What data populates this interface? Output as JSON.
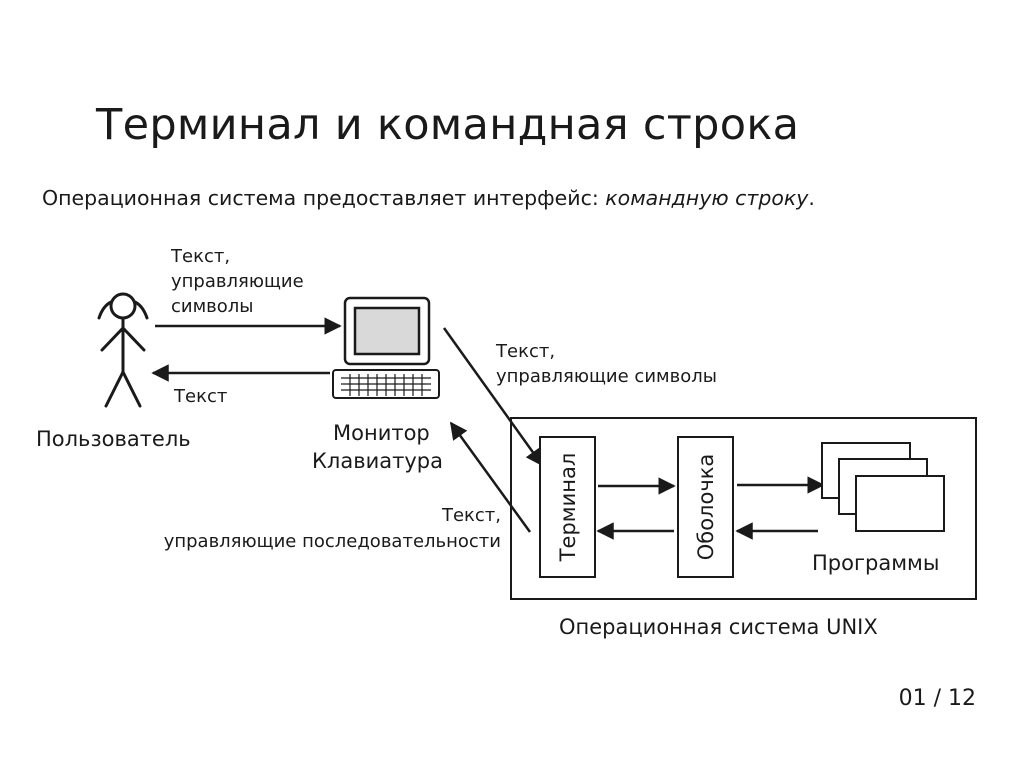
{
  "slide": {
    "title": "Терминал и командная строка",
    "subtitle_prefix": "Операционная система предоставляет интерфейс: ",
    "subtitle_emphasis": "командную строку",
    "subtitle_suffix": ".",
    "page_number": "01 / 12"
  },
  "diagram": {
    "user_label": "Пользователь",
    "device_label_1": "Монитор",
    "device_label_2": "Клавиатура",
    "arrow_user_to_device_1": "Текст,",
    "arrow_user_to_device_2": "управляющие",
    "arrow_user_to_device_3": "символы",
    "arrow_device_to_user": "Текст",
    "arrow_device_to_os_1": "Текст,",
    "arrow_device_to_os_2": "управляющие символы",
    "arrow_os_to_device_1": "Текст,",
    "arrow_os_to_device_2": "управляющие последовательности",
    "terminal_label": "Терминал",
    "shell_label": "Оболочка",
    "programs_label": "Программы",
    "os_label": "Операционная система UNIX"
  },
  "colors": {
    "ink": "#1a1a1a",
    "screen_fill": "#d9d9d9",
    "background": "#ffffff"
  },
  "icons": {
    "user": "stick-figure-icon",
    "computer": "computer-icon",
    "keyboard": "keyboard-icon",
    "programs": "stacked-windows-icon"
  }
}
